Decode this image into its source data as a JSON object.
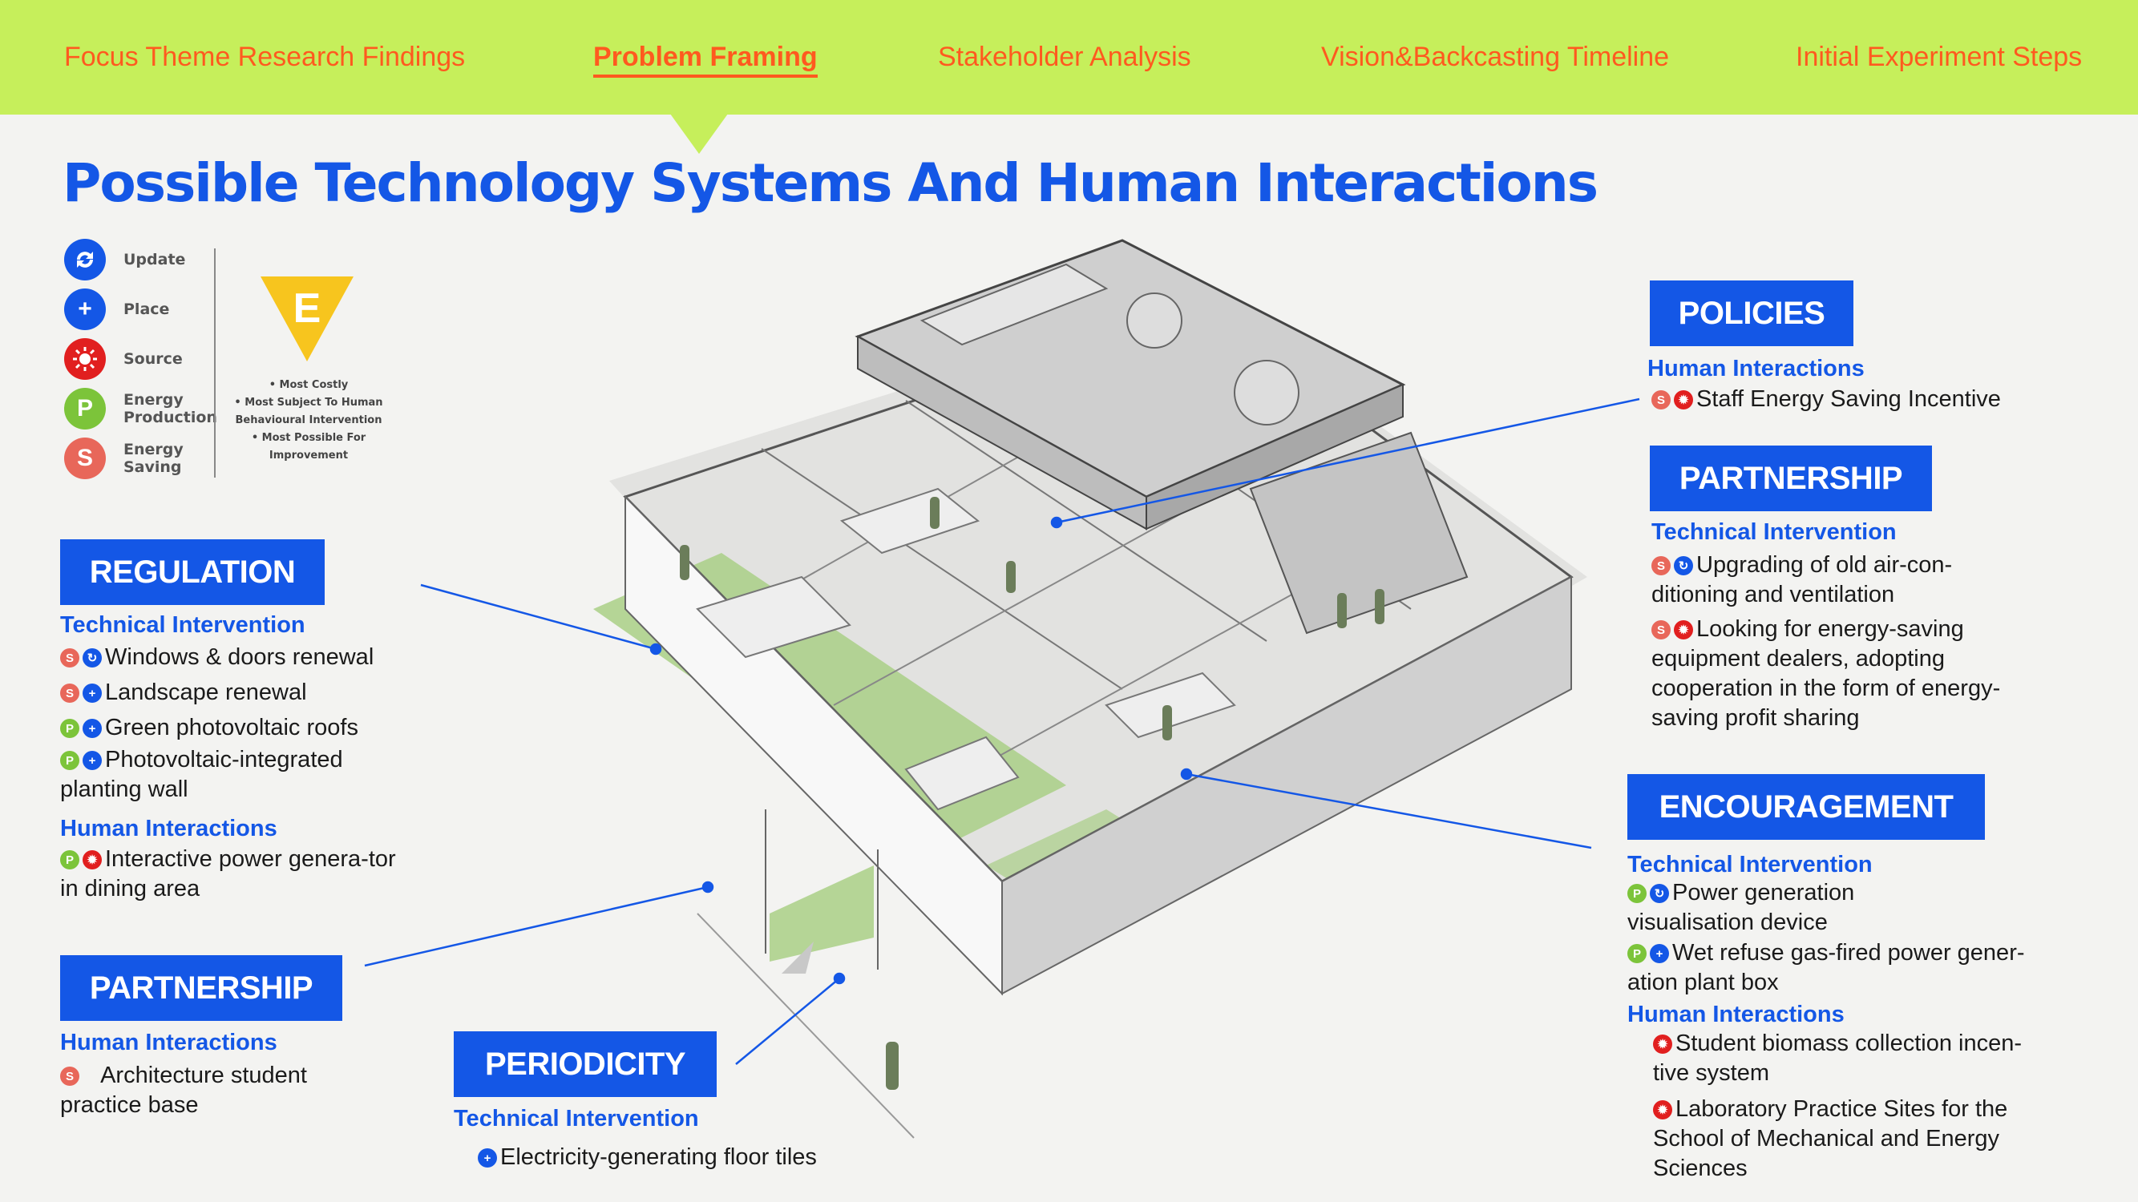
{
  "nav": {
    "items": [
      "Focus Theme Research Findings",
      "Problem Framing",
      "Stakeholder Analysis",
      "Vision&Backcasting Timeline",
      "Initial Experiment Steps"
    ],
    "active_index": 1
  },
  "title": "Possible Technology Systems And Human Interactions",
  "legend": {
    "items": [
      {
        "icon": "update-icon",
        "label": "Update",
        "color": "#1457e6"
      },
      {
        "icon": "place-icon",
        "label": "Place",
        "color": "#1457e6"
      },
      {
        "icon": "source-icon",
        "label": "Source",
        "color": "#e11f1f"
      },
      {
        "icon": "energy-production-icon",
        "letter": "P",
        "label": "Energy Production",
        "color": "#7cc43a"
      },
      {
        "icon": "energy-saving-icon",
        "letter": "S",
        "label": "Energy Saving",
        "color": "#e8675a"
      }
    ],
    "triangle_letter": "E",
    "triangle_color": "#f7c51e",
    "notes": [
      "• Most Costly",
      "• Most Subject To Human Behavioural Intervention",
      "• Most Possible For Improvement"
    ]
  },
  "regulation": {
    "tag": "REGULATION",
    "technical": "Technical Intervention",
    "items": [
      "Windows & doors renewal",
      "Landscape renewal",
      "Green photovoltaic roofs",
      "Photovoltaic-integrated planting wall"
    ],
    "human": "Human Interactions",
    "human_items": [
      "Interactive power genera-tor in dining area"
    ]
  },
  "partnership_left": {
    "tag": "PARTNERSHIP",
    "human": "Human Interactions",
    "human_items": [
      "Architecture student practice base"
    ]
  },
  "periodicity": {
    "tag": "PERIODICITY",
    "technical": "Technical Intervention",
    "items": [
      "Electricity-generating floor tiles"
    ]
  },
  "policies": {
    "tag": "POLICIES",
    "human": "Human Interactions",
    "human_items": [
      "Staff Energy Saving Incentive"
    ]
  },
  "partnership_right": {
    "tag": "PARTNERSHIP",
    "technical": "Technical Intervention",
    "items": [
      "Upgrading of old air-con-ditioning and ventilation",
      "Looking for energy-saving equipment dealers, adopting cooperation in the form of energy-saving profit sharing"
    ]
  },
  "encouragement": {
    "tag": "ENCOURAGEMENT",
    "technical": "Technical Intervention",
    "items": [
      "Power generation visualisation device",
      "Wet refuse gas-fired power gener-ation plant box"
    ],
    "human": "Human Interactions",
    "human_items": [
      "Student biomass collection incen-tive system",
      "Laboratory Practice Sites for the School of Mechanical and Energy Sciences"
    ]
  },
  "colors": {
    "nav_bg": "#c6ef5b",
    "nav_text": "#ff5a1f",
    "accent": "#1457e6",
    "green_floor": "#a9cf86"
  }
}
